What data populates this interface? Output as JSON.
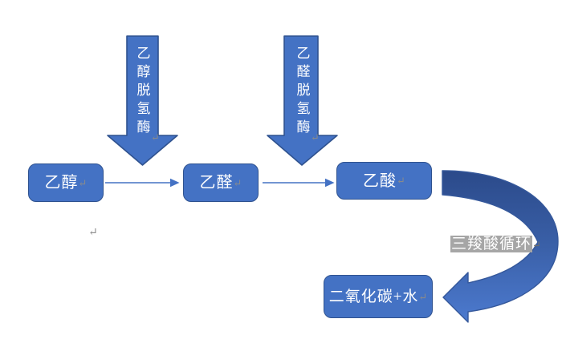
{
  "document": {
    "background": "#FFFFFF"
  },
  "colors": {
    "shape_fill": "#4472C4",
    "shape_border": "#2F528F",
    "connector": "#4472C4",
    "curve_top": "#2B4A8A",
    "curve_bottom": "#4C7ACF",
    "curve_border": "#35589B",
    "cycle_label_highlight": "#A6A6A6",
    "shape_text": "#FFFFFF",
    "format_mark": "#938E85"
  },
  "marks": {
    "return": "↵"
  },
  "boxes": [
    {
      "label": "乙醇"
    },
    {
      "label": "乙醛"
    },
    {
      "label": "乙酸"
    },
    {
      "label": "二氧化碳+水"
    }
  ],
  "enzyme_arrows": [
    {
      "label": "乙醇脱氢酶"
    },
    {
      "label": "乙醛脱氢酶"
    }
  ],
  "cycle": {
    "label": "三羧酸循环"
  }
}
